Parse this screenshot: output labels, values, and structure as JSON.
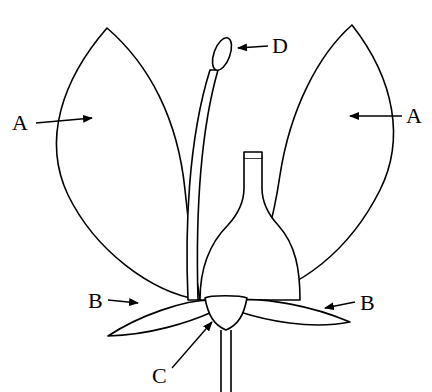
{
  "diagram": {
    "labels": [
      "D",
      "A",
      "A",
      "B",
      "B",
      "C"
    ]
  }
}
